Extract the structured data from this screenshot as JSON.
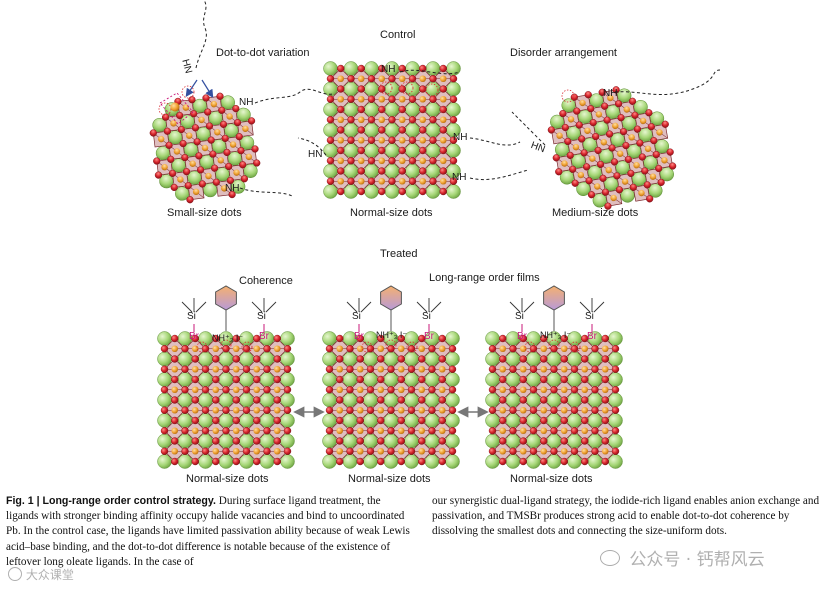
{
  "control": {
    "heading": "Control",
    "dot_to_dot_label": "Dot-to-dot variation",
    "disorder_label": "Disorder arrangement",
    "panels": [
      "Small-size dots",
      "Normal-size dots",
      "Medium-size dots"
    ],
    "ligand_labels": [
      "NH",
      "HN",
      "NH",
      "NH",
      "HN",
      "NH",
      "NH",
      "HN",
      "NH"
    ]
  },
  "treated": {
    "heading": "Treated",
    "long_range_label": "Long-range order films",
    "coherence_label": "Coherence",
    "panels": [
      "Normal-size dots",
      "Normal-size dots",
      "Normal-size dots"
    ],
    "ligand": {
      "si": "Si",
      "br": "Br",
      "nh3": "NH⁺₃ I⁻"
    }
  },
  "caption": {
    "fig_label": "Fig. 1 | Long-range order control strategy.",
    "left_text": "During surface ligand treatment, the ligands with stronger binding affinity occupy halide vacancies and bind to uncoordinated Pb. In the control case, the ligands have limited passivation ability because of weak Lewis acid–base binding, and the dot-to-dot difference is notable because of the existence of leftover long oleate ligands. In the case of",
    "right_text": "our synergistic dual-ligand strategy, the iodide-rich ligand enables anion exchange and passivation, and TMSBr produces strong acid to enable dot-to-dot coherence by dissolving the smallest dots and connecting the size-uniform dots."
  },
  "watermarks": {
    "right": "公众号 · 钙帮风云",
    "left": "大众课堂"
  },
  "colors": {
    "pb": "#f0a030",
    "halide": "#d8262d",
    "cation": "#9ccd6e",
    "octahedron": "#b7686a",
    "arrow": "#3450a0",
    "br": "#c8187a"
  }
}
